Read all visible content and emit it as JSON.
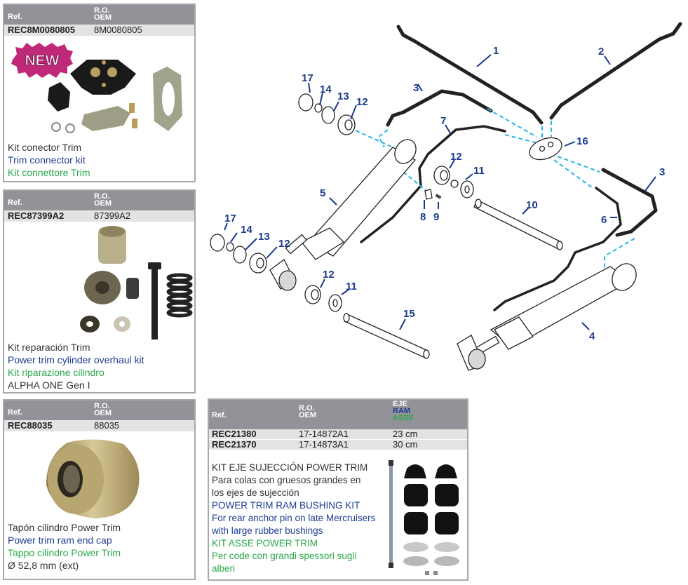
{
  "products": [
    {
      "header": {
        "ref": "Ref.",
        "ro": "R.O.",
        "oem": "OEM"
      },
      "ref": "REC8M0080805",
      "oem": "8M0080805",
      "badge": "NEW",
      "desc": {
        "es": "Kit conector Trim",
        "en": "Trim connector kit",
        "it": "Kit connettore Trim"
      }
    },
    {
      "header": {
        "ref": "Ref.",
        "ro": "R.O.",
        "oem": "OEM"
      },
      "ref": "REC87399A2",
      "oem": "87399A2",
      "desc": {
        "es": "Kit reparación Trim",
        "en": "Power trim cylinder overhaul kit",
        "it": "Kit riparazione cilindro",
        "extra": "ALPHA ONE Gen I"
      }
    },
    {
      "header": {
        "ref": "Ref.",
        "ro": "R.O.",
        "oem": "OEM"
      },
      "ref": "REC88035",
      "oem": "88035",
      "desc": {
        "es": "Tapón cilindro Power Trim",
        "en": "Power trim ram end cap",
        "it": "Tappo cilindro Power Trim",
        "extra": "Ø 52,8 mm (ext)"
      }
    }
  ],
  "ram_kit": {
    "header": {
      "ref": "Ref.",
      "ro": "R.O.",
      "oem": "OEM",
      "eje": "EJE",
      "ram": "RAM",
      "asse": "ASSE"
    },
    "rows": [
      {
        "ref": "REC21380",
        "oem": "17-14872A1",
        "size": "23 cm"
      },
      {
        "ref": "REC21370",
        "oem": "17-14873A1",
        "size": "30 cm"
      }
    ],
    "desc": {
      "es_title": "KIT EJE SUJECCIÓN POWER TRIM",
      "es_body_1": "Para colas con gruesos grandes en",
      "es_body_2": "los ejes de sujección",
      "en_title": "POWER TRIM RAM BUSHING KIT",
      "en_body_1": "For rear anchor pin on late Mercruisers",
      "en_body_2": "with large rubber bushings",
      "it_title": "KIT ASSE POWER TRIM",
      "it_body_1": "Per code con grandi spessori sugli",
      "it_body_2": "alberi"
    }
  },
  "diagram": {
    "labels": [
      "1",
      "2",
      "3",
      "3",
      "4",
      "5",
      "6",
      "7",
      "8",
      "9",
      "10",
      "11",
      "11",
      "12",
      "12",
      "12",
      "12",
      "13",
      "13",
      "14",
      "14",
      "15",
      "16",
      "17",
      "17"
    ]
  },
  "colors": {
    "header": "#929398",
    "row": "#e3e3e3",
    "es": "#333333",
    "en": "#1f3c94",
    "it": "#2aa84a",
    "callout": "#1b3a8c",
    "dash": "#29b6e6"
  }
}
